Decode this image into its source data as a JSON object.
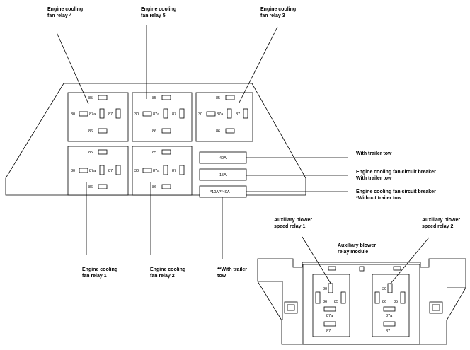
{
  "callouts": {
    "relay4": [
      "Engine cooling",
      "fan relay 4"
    ],
    "relay5": [
      "Engine cooling",
      "fan relay 5"
    ],
    "relay3": [
      "Engine cooling",
      "fan relay 3"
    ],
    "relay1": [
      "Engine cooling",
      "fan relay 1"
    ],
    "relay2": [
      "Engine cooling",
      "fan relay 2"
    ],
    "trailer_tow_note": [
      "**With trailer",
      "tow"
    ],
    "fuse_40a": [
      "With trailer tow"
    ],
    "breaker_15a": [
      "Engine cooling fan circuit breaker",
      "With trailer tow"
    ],
    "breaker_10a": [
      "Engine cooling fan circuit breaker",
      "*Without trailer tow"
    ],
    "aux_relay1": [
      "Auxiliary blower",
      "speed relay 1"
    ],
    "aux_module": [
      "Auxiliary blower",
      "relay module"
    ],
    "aux_relay2": [
      "Auxiliary blower",
      "speed relay 2"
    ]
  },
  "fuses": {
    "f1": "40A",
    "f2": "15A",
    "f3": "*10A/**40A"
  },
  "terminals": {
    "t85": "85",
    "t86": "86",
    "t30": "30",
    "t87a": "87a",
    "t87": "87"
  },
  "aux_terminals": {
    "t30": "30",
    "t86": "86",
    "t85": "85",
    "t87a": "87a",
    "t87": "87"
  }
}
